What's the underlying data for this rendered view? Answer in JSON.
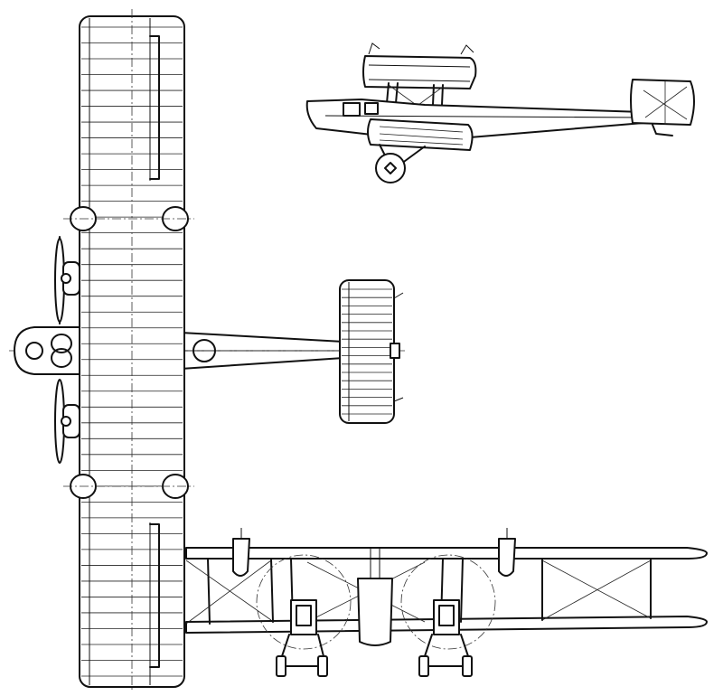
{
  "drawing": {
    "views": [
      "plan-view",
      "side-elevation",
      "front-elevation"
    ],
    "palette": {
      "ink": "#111111",
      "paper": "#ffffff"
    },
    "wing_ribs_count": 42,
    "tailplane_ribs_count": 16
  }
}
